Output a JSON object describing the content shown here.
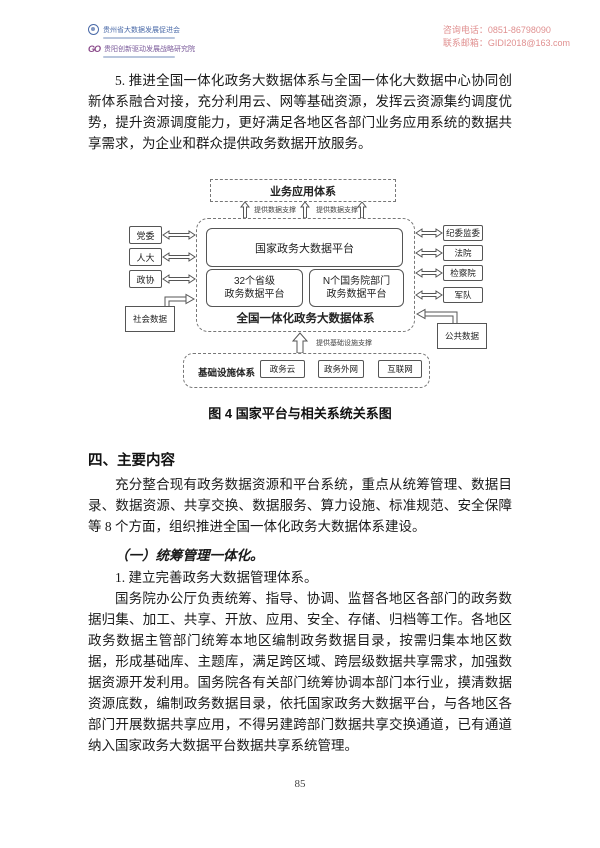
{
  "header": {
    "org1": "贵州省大数据发展促进会",
    "org2": "贵阳创新驱动发展战略研究院",
    "logo2_mark": "GO",
    "phone": "咨询电话：0851-86798090",
    "email": "联系邮箱：GIDI2018@163.com"
  },
  "body": {
    "p1": "5. 推进全国一体化政务大数据体系与全国一体化大数据中心协同创新体系融合对接，充分利用云、网等基础资源，发挥云资源集约调度优势，提升资源调度能力，更好满足各地区各部门业务应用系统的数据共享需求，为企业和群众提供政务数据开放服务。",
    "figure_caption": "图 4  国家平台与相关系统关系图",
    "section_heading": "四、主要内容",
    "p2": "充分整合现有政务数据资源和平台系统，重点从统筹管理、数据目录、数据资源、共享交换、数据服务、算力设施、标准规范、安全保障等 8 个方面，组织推进全国一体化政务大数据体系建设。",
    "sub_heading": "（一）统筹管理一体化。",
    "item1": "1. 建立完善政务大数据管理体系。",
    "p3": "国务院办公厅负责统筹、指导、协调、监督各地区各部门的政务数据归集、加工、共享、开放、应用、安全、存储、归档等工作。各地区政务数据主管部门统筹本地区编制政务数据目录，按需归集本地区数据，形成基础库、主题库，满足跨区域、跨层级数据共享需求，加强数据资源开发利用。国务院各有关部门统筹协调本部门本行业，摸清数据资源底数，编制政务数据目录，依托国家政务大数据平台，与各地区各部门开展数据共享应用，不得另建跨部门数据共享交换通道，已有通道纳入国家政务大数据平台数据共享系统管理。",
    "page_number": "85"
  },
  "diagram": {
    "business_system": "业务应用体系",
    "data_support_left": "提供数据支撑",
    "data_support_right": "提供数据支撑",
    "left_orgs": [
      "党委",
      "人大",
      "政协"
    ],
    "social_data": "社会数据",
    "right_orgs": [
      "纪委监委",
      "法院",
      "检察院",
      "军队"
    ],
    "public_data": "公共数据",
    "national_platform": "国家政务大数据平台",
    "provincial_platforms": "32个省级\n政务数据平台",
    "ministry_platforms": "N个国务院部门\n政务数据平台",
    "unified_system": "全国一体化政务大数据体系",
    "infra_support": "提供基础设施支撑",
    "infra_system": "基础设施体系",
    "infra_items": [
      "政务云",
      "政务外网",
      "互联网"
    ]
  }
}
